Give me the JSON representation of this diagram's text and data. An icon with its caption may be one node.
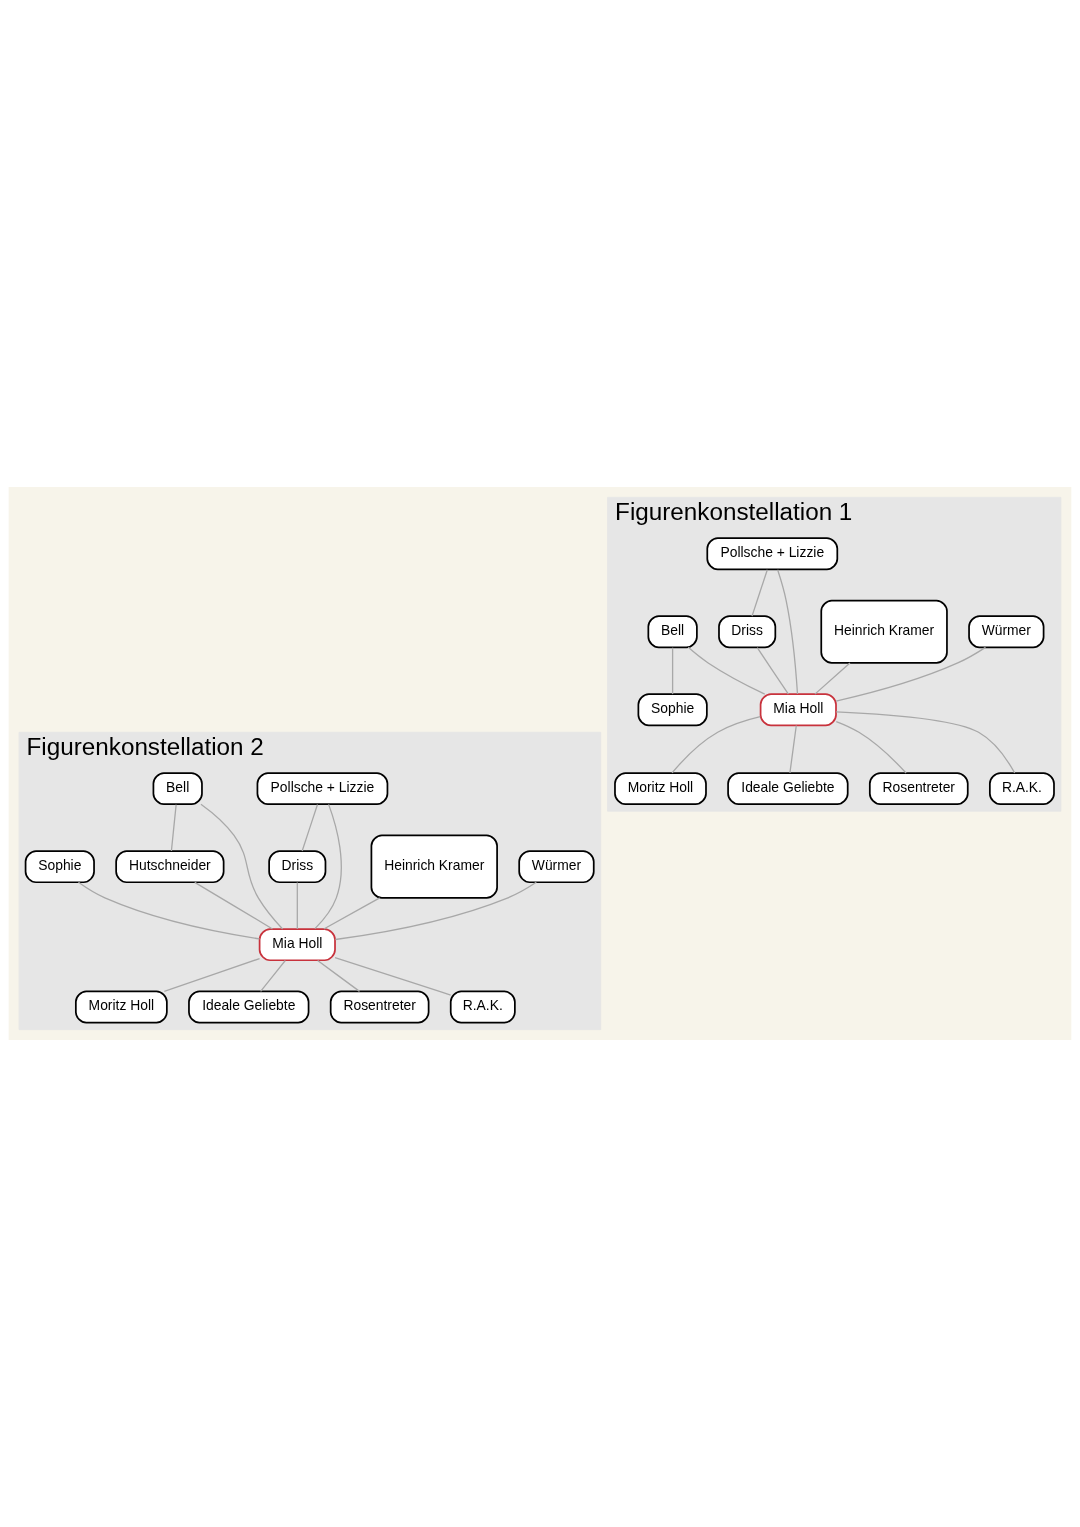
{
  "diagram": {
    "nodes": [
      {
        "text": [
          "Figurenkonstellation 1"
        ]
      },
      {
        "text": [
          "Würmer"
        ],
        "in": 0
      },
      {
        "text": [
          "Heinrich Kramer"
        ],
        "in": 0
      },
      {
        "text": [
          "Pollsche + Lizzie"
        ],
        "in": 0
      },
      {
        "text": [
          "Bell"
        ],
        "in": 0
      },
      {
        "text": [
          "Sophie"
        ],
        "in": 0
      },
      {
        "text": [
          "Driss"
        ],
        "in": 0
      },
      {
        "text": [
          "Mia Holl"
        ],
        "in": 0
      },
      {
        "text": [
          "Moritz Holl"
        ],
        "in": 0
      },
      {
        "text": [
          "Ideale Geliebte"
        ],
        "in": 0
      },
      {
        "text": [
          "Rosentreter"
        ],
        "in": 0
      },
      {
        "text": [
          "R.A.K."
        ],
        "in": 0
      },
      {
        "text": [
          "Figurenkonstellation 2"
        ]
      },
      {
        "text": [
          "Würmer"
        ],
        "in": 12
      },
      {
        "text": [
          "Heinrich Kramer"
        ],
        "in": 12
      },
      {
        "text": [
          "Pollsche + Lizzie"
        ],
        "in": 12
      },
      {
        "text": [
          "Bell"
        ],
        "in": 12
      },
      {
        "text": [
          "Sophie"
        ],
        "in": 12
      },
      {
        "text": [
          "Hutschneider"
        ],
        "in": 12
      },
      {
        "text": [
          "Driss"
        ],
        "in": 12
      },
      {
        "text": [
          "Mia Holl"
        ],
        "in": 12
      },
      {
        "text": [
          "Moritz Holl"
        ],
        "in": 12
      },
      {
        "text": [
          "Ideale Geliebte"
        ],
        "in": 12
      },
      {
        "text": [
          "Rosentreter"
        ],
        "in": 12
      },
      {
        "text": [
          "R.A.K."
        ],
        "in": 12
      }
    ],
    "edges": [
      {
        "from": 1,
        "to": 7,
        "arrow": "none"
      },
      {
        "from": 2,
        "to": 7,
        "arrow": "none"
      },
      {
        "from": 3,
        "to": 7,
        "arrow": "none"
      },
      {
        "from": 3,
        "to": 6,
        "arrow": "none"
      },
      {
        "from": 6,
        "to": 7,
        "arrow": "none"
      },
      {
        "from": 4,
        "to": 5,
        "arrow": "none"
      },
      {
        "from": 4,
        "to": 7,
        "arrow": "none"
      },
      {
        "from": 7,
        "to": 8,
        "arrow": "none"
      },
      {
        "from": 7,
        "to": 9,
        "arrow": "none"
      },
      {
        "from": 7,
        "to": 10,
        "arrow": "none"
      },
      {
        "from": 7,
        "to": 11,
        "arrow": "none"
      },
      {
        "from": 13,
        "to": 20,
        "arrow": "none"
      },
      {
        "from": 14,
        "to": 20,
        "arrow": "none"
      },
      {
        "from": 15,
        "to": 20,
        "arrow": "none"
      },
      {
        "from": 15,
        "to": 19,
        "arrow": "none"
      },
      {
        "from": 19,
        "to": 20,
        "arrow": "none"
      },
      {
        "from": 16,
        "to": 18,
        "arrow": "none"
      },
      {
        "from": 16,
        "to": 20,
        "arrow": "none"
      },
      {
        "from": 18,
        "to": 20,
        "arrow": "none"
      },
      {
        "from": 17,
        "to": 20,
        "arrow": "none"
      },
      {
        "from": 20,
        "to": 21,
        "arrow": "none"
      },
      {
        "from": 20,
        "to": 22,
        "arrow": "none"
      },
      {
        "from": 20,
        "to": 23,
        "arrow": "none"
      },
      {
        "from": 20,
        "to": 24,
        "arrow": "none"
      }
    ]
  }
}
